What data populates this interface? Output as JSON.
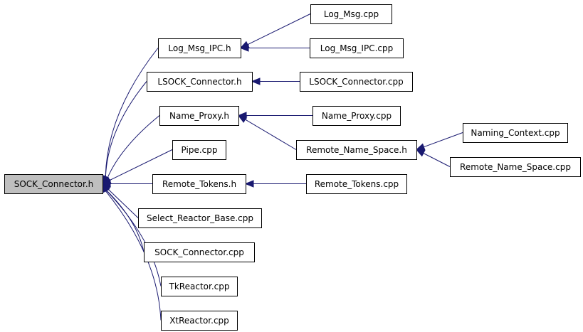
{
  "nodes": [
    {
      "id": "sock_connector_h",
      "label": "SOCK_Connector.h",
      "root": true
    },
    {
      "id": "log_msg_ipc_h",
      "label": "Log_Msg_IPC.h"
    },
    {
      "id": "lsock_connector_h",
      "label": "LSOCK_Connector.h"
    },
    {
      "id": "name_proxy_h",
      "label": "Name_Proxy.h"
    },
    {
      "id": "pipe_cpp",
      "label": "Pipe.cpp"
    },
    {
      "id": "remote_tokens_h",
      "label": "Remote_Tokens.h"
    },
    {
      "id": "select_reactor_base_cpp",
      "label": "Select_Reactor_Base.cpp"
    },
    {
      "id": "sock_connector_cpp",
      "label": "SOCK_Connector.cpp"
    },
    {
      "id": "tkreactor_cpp",
      "label": "TkReactor.cpp"
    },
    {
      "id": "xtreactor_cpp",
      "label": "XtReactor.cpp"
    },
    {
      "id": "log_msg_cpp",
      "label": "Log_Msg.cpp"
    },
    {
      "id": "log_msg_ipc_cpp",
      "label": "Log_Msg_IPC.cpp"
    },
    {
      "id": "lsock_connector_cpp",
      "label": "LSOCK_Connector.cpp"
    },
    {
      "id": "name_proxy_cpp",
      "label": "Name_Proxy.cpp"
    },
    {
      "id": "remote_name_space_h",
      "label": "Remote_Name_Space.h"
    },
    {
      "id": "remote_tokens_cpp",
      "label": "Remote_Tokens.cpp"
    },
    {
      "id": "naming_context_cpp",
      "label": "Naming_Context.cpp"
    },
    {
      "id": "remote_name_space_cpp",
      "label": "Remote_Name_Space.cpp"
    }
  ],
  "edges": [
    {
      "from": "log_msg_ipc_h",
      "to": "sock_connector_h"
    },
    {
      "from": "lsock_connector_h",
      "to": "sock_connector_h"
    },
    {
      "from": "name_proxy_h",
      "to": "sock_connector_h"
    },
    {
      "from": "pipe_cpp",
      "to": "sock_connector_h"
    },
    {
      "from": "remote_tokens_h",
      "to": "sock_connector_h"
    },
    {
      "from": "select_reactor_base_cpp",
      "to": "sock_connector_h"
    },
    {
      "from": "sock_connector_cpp",
      "to": "sock_connector_h"
    },
    {
      "from": "tkreactor_cpp",
      "to": "sock_connector_h"
    },
    {
      "from": "xtreactor_cpp",
      "to": "sock_connector_h"
    },
    {
      "from": "log_msg_cpp",
      "to": "log_msg_ipc_h"
    },
    {
      "from": "log_msg_ipc_cpp",
      "to": "log_msg_ipc_h"
    },
    {
      "from": "lsock_connector_cpp",
      "to": "lsock_connector_h"
    },
    {
      "from": "name_proxy_cpp",
      "to": "name_proxy_h"
    },
    {
      "from": "remote_name_space_h",
      "to": "name_proxy_h"
    },
    {
      "from": "remote_tokens_cpp",
      "to": "remote_tokens_h"
    },
    {
      "from": "naming_context_cpp",
      "to": "remote_name_space_h"
    },
    {
      "from": "remote_name_space_cpp",
      "to": "remote_name_space_h"
    }
  ],
  "colors": {
    "edge": "#191970",
    "root_fill": "#bfbfbf",
    "node_fill": "#ffffff",
    "border": "#000000"
  }
}
